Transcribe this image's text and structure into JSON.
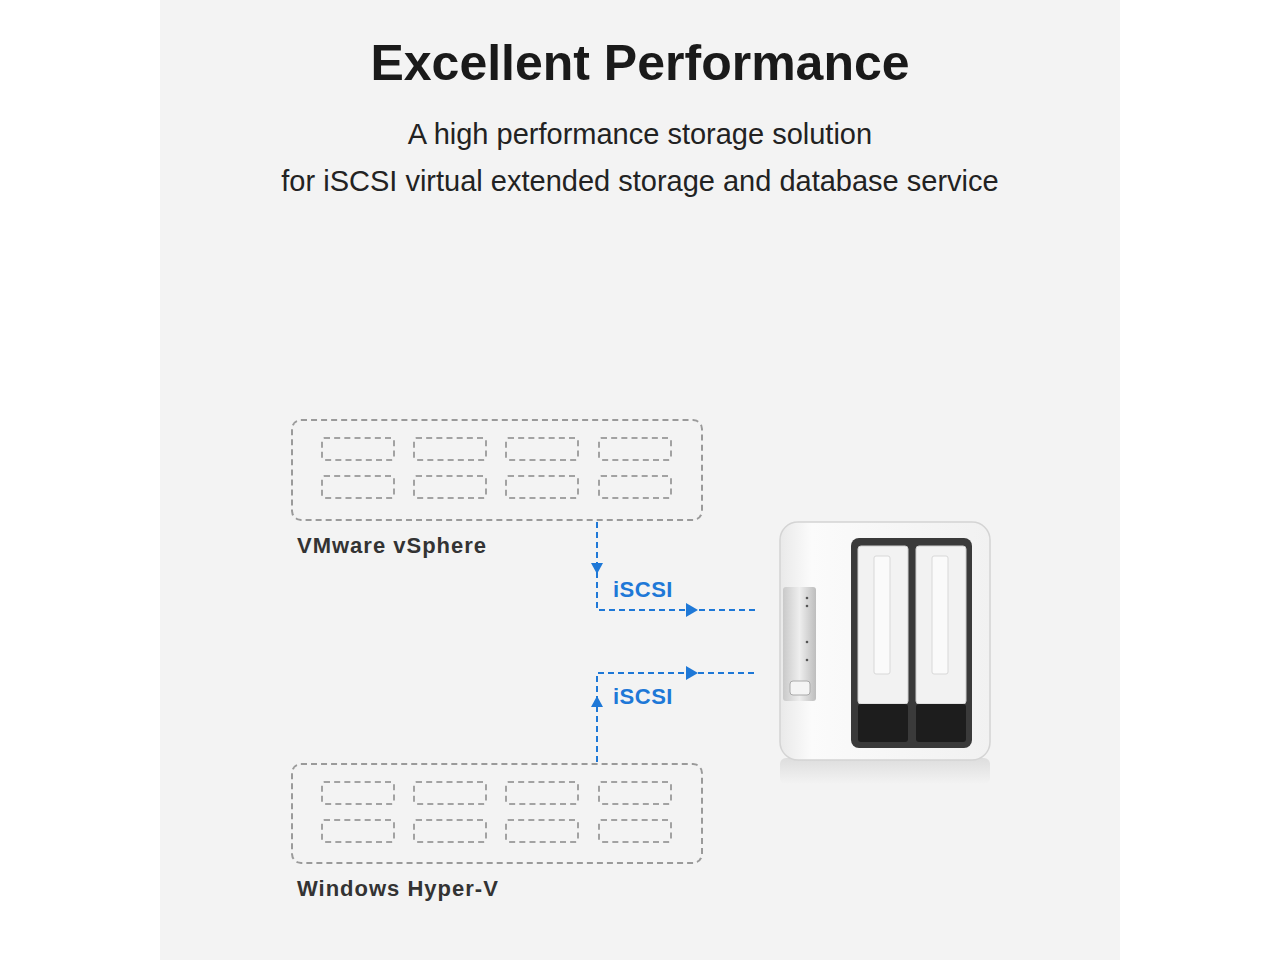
{
  "diagram": {
    "title": "Excellent Performance",
    "nodes": [
      {
        "text": [
          "VMware vSphere"
        ]
      },
      {
        "text": [
          "Windows Hyper-V"
        ]
      }
    ],
    "labels": [
      "A high performance storage solution",
      "for iSCSI virtual extended storage and database service",
      "iSCSI",
      "iSCSI"
    ]
  }
}
